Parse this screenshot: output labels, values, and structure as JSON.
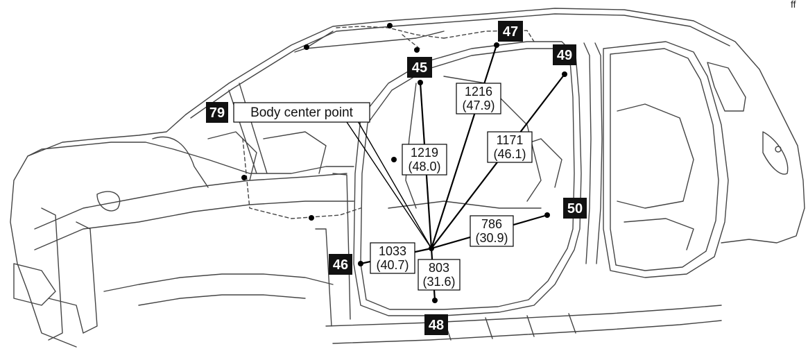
{
  "corner_mark": "ff",
  "body_center_label": "Body center point",
  "badges": {
    "b45": "45",
    "b46": "46",
    "b47": "47",
    "b48": "48",
    "b49": "49",
    "b50": "50",
    "b79": "79"
  },
  "measurements": {
    "m45": {
      "mm": "1219",
      "in": "(48.0)"
    },
    "m46": {
      "mm": "1033",
      "in": "(40.7)"
    },
    "m47": {
      "mm": "1216",
      "in": "(47.9)"
    },
    "m48": {
      "mm": "803",
      "in": "(31.6)"
    },
    "m49": {
      "mm": "1171",
      "in": "(46.1)"
    },
    "m50": {
      "mm": "786",
      "in": "(30.9)"
    }
  }
}
